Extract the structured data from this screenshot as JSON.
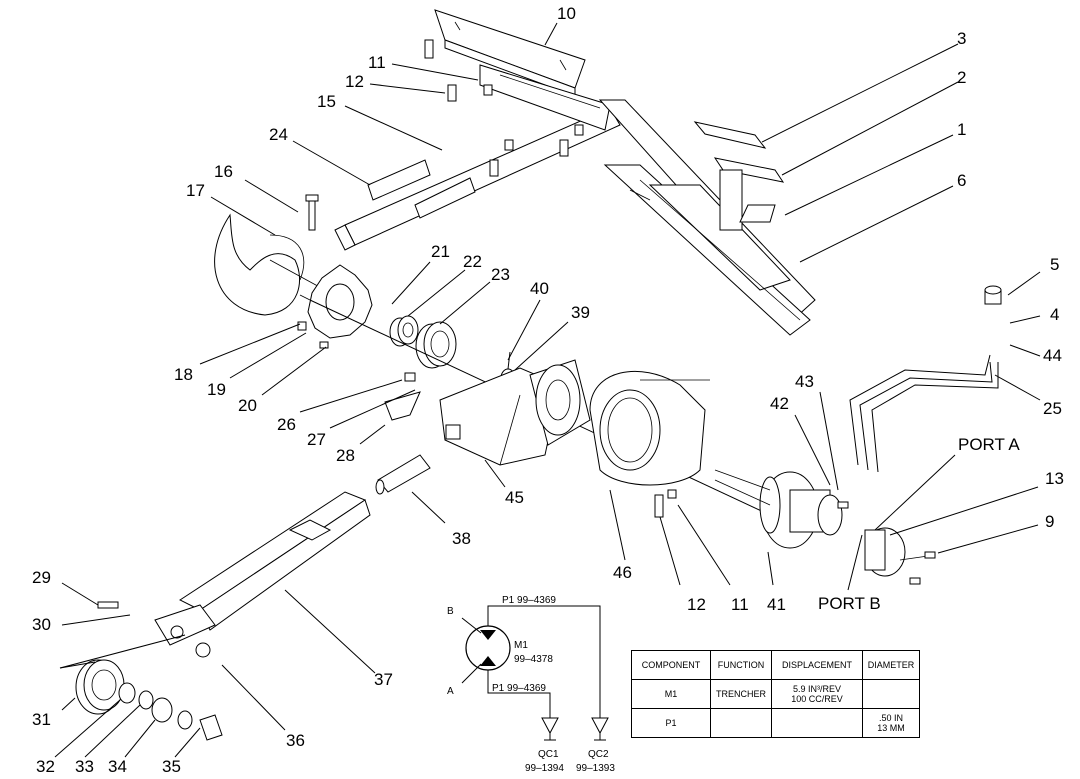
{
  "callouts": {
    "c1": "1",
    "c2": "2",
    "c3": "3",
    "c4": "4",
    "c5": "5",
    "c6": "6",
    "c9": "9",
    "c10": "10",
    "c11a": "11",
    "c11b": "11",
    "c12a": "12",
    "c12b": "12",
    "c13": "13",
    "c15": "15",
    "c16": "16",
    "c17": "17",
    "c18": "18",
    "c19": "19",
    "c20": "20",
    "c21": "21",
    "c22": "22",
    "c23": "23",
    "c24": "24",
    "c25": "25",
    "c26": "26",
    "c27": "27",
    "c28": "28",
    "c29": "29",
    "c30": "30",
    "c31": "31",
    "c32": "32",
    "c33": "33",
    "c34": "34",
    "c35": "35",
    "c36": "36",
    "c37": "37",
    "c38": "38",
    "c39": "39",
    "c40": "40",
    "c41": "41",
    "c42": "42",
    "c43": "43",
    "c44": "44",
    "c45": "45",
    "c46": "46"
  },
  "ports": {
    "a": "PORT A",
    "b": "PORT B"
  },
  "schematic": {
    "b_label": "B",
    "a_label": "A",
    "motor_name": "M1",
    "motor_part": "99–4378",
    "p1_top": "P1 99–4369",
    "p1_bottom": "P1 99–4369",
    "qc1_name": "QC1",
    "qc1_part": "99–1394",
    "qc2_name": "QC2",
    "qc2_part": "99–1393"
  },
  "spec_table": {
    "headers": [
      "COMPONENT",
      "FUNCTION",
      "DISPLACEMENT",
      "DIAMETER"
    ],
    "rows": [
      {
        "component": "M1",
        "function": "TRENCHER",
        "displacement_1": "5.9 IN³/REV",
        "displacement_2": "100 CC/REV",
        "diameter_1": "",
        "diameter_2": ""
      },
      {
        "component": "P1",
        "function": "",
        "displacement_1": "",
        "displacement_2": "",
        "diameter_1": ".50 IN",
        "diameter_2": "13 MM"
      }
    ]
  }
}
